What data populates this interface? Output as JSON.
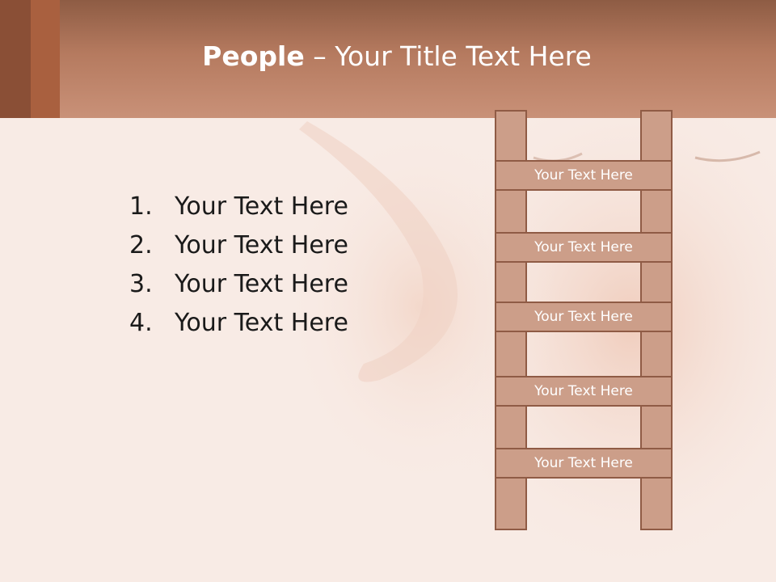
{
  "header": {
    "title_bold": "People",
    "title_rest": " – Your Title Text Here"
  },
  "list": {
    "items": [
      {
        "number": "1.",
        "text": "Your Text Here"
      },
      {
        "number": "2.",
        "text": "Your Text Here"
      },
      {
        "number": "3.",
        "text": "Your Text Here"
      },
      {
        "number": "4.",
        "text": "Your Text Here"
      }
    ]
  },
  "ladder": {
    "rungs": [
      "Your Text Here",
      "Your Text Here",
      "Your Text Here",
      "Your Text Here",
      "Your Text Here"
    ]
  },
  "colors": {
    "header": "#b57a5f",
    "ladder_fill": "#cc9e89",
    "ladder_border": "#8f5b45",
    "background": "#f8ebe5"
  }
}
